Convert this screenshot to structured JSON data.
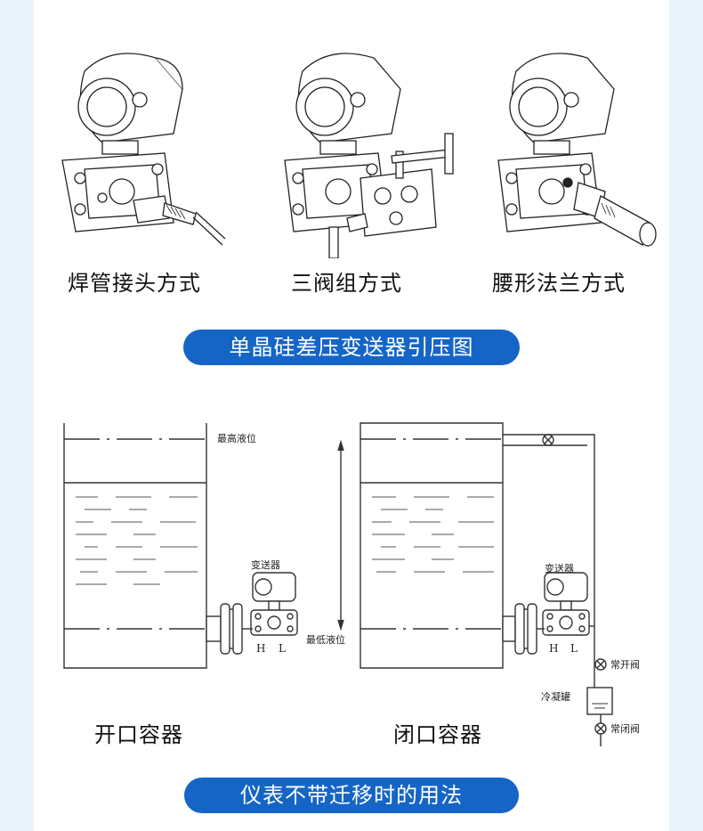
{
  "top": {
    "captions": [
      "焊管接头方式",
      "三阀组方式",
      "腰形法兰方式"
    ],
    "banner": "单晶硅差压变送器引压图"
  },
  "bottom": {
    "open": {
      "title": "开口容器",
      "label_max": "最高液位",
      "label_transmitter": "变送器",
      "label_h": "H",
      "label_l": "L"
    },
    "closed": {
      "title": "闭口容器",
      "label_min": "最低液位",
      "label_transmitter": "变送器",
      "label_h": "H",
      "label_l": "L",
      "label_open_valve": "常开阀",
      "label_condenser": "冷凝罐",
      "label_closed_valve": "常闭阀"
    },
    "banner": "仪表不带迁移时的用法"
  },
  "colors": {
    "accent": "#1565c6",
    "background": "#e8f3fb"
  }
}
